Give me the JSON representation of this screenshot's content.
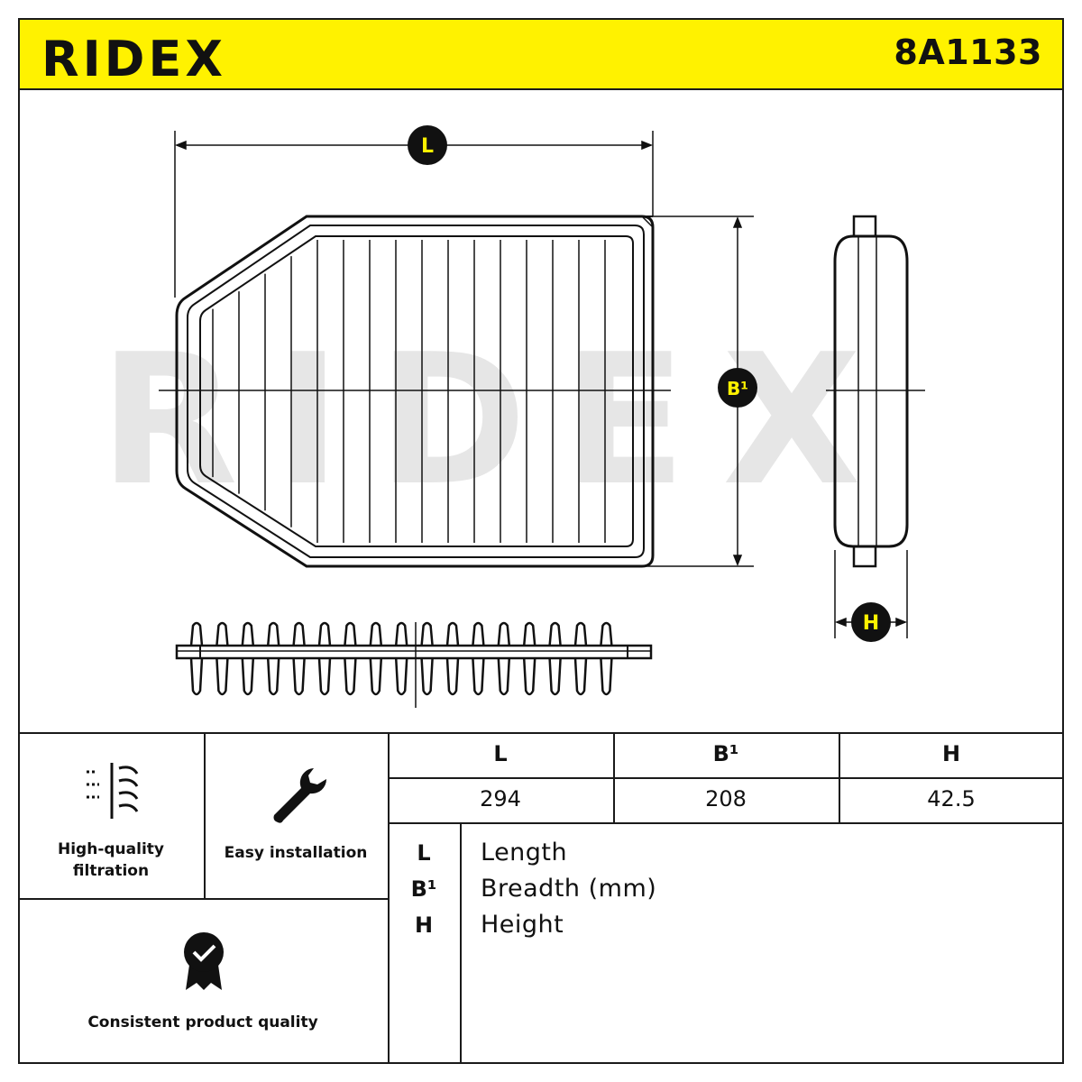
{
  "header": {
    "brand": "RIDEX",
    "part_number": "8A1133",
    "accent_color": "#fff200"
  },
  "drawing": {
    "watermark": "RIDEX",
    "labels": {
      "length": "L",
      "breadth": "B¹",
      "height": "H"
    }
  },
  "features": [
    {
      "icon": "filtration-icon",
      "label_line1": "High-quality",
      "label_line2": "filtration"
    },
    {
      "icon": "wrench-icon",
      "label_line1": "Easy installation",
      "label_line2": ""
    },
    {
      "icon": "quality-badge-icon",
      "label_line1": "Consistent product quality",
      "label_line2": ""
    }
  ],
  "dimensions": {
    "headers": [
      "L",
      "B¹",
      "H"
    ],
    "values": [
      "294",
      "208",
      "42.5"
    ]
  },
  "legend": [
    {
      "key": "L",
      "desc": "Length"
    },
    {
      "key": "B¹",
      "desc": "Breadth (mm)"
    },
    {
      "key": "H",
      "desc": "Height"
    }
  ]
}
